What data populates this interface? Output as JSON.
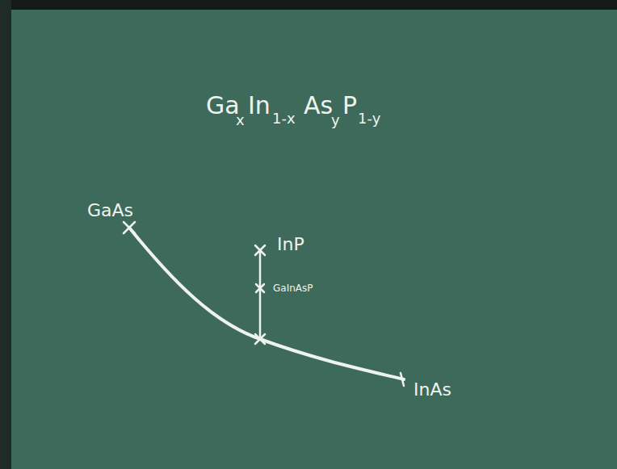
{
  "diagram": {
    "labels": [
      "Ga",
      "x",
      "In",
      "1-x",
      "As",
      "y",
      "P",
      "1-y",
      "GaAs",
      "InP",
      "GaInAsP",
      "InAs"
    ]
  }
}
